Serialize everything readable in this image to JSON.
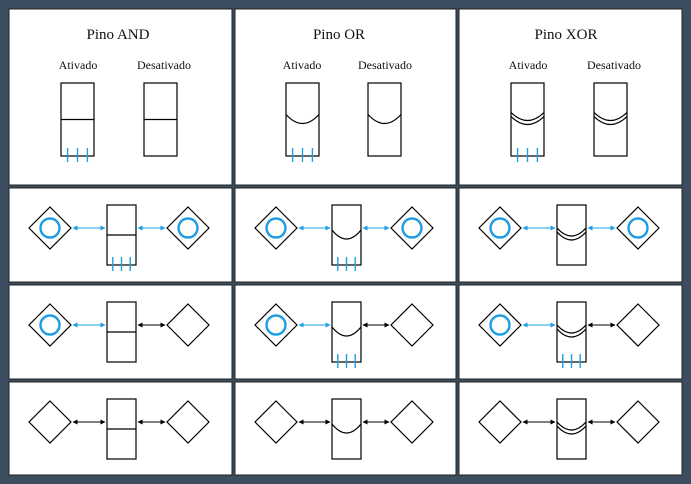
{
  "colors": {
    "frame": "#3b4d5f",
    "panel": "#ffffff",
    "line": "#000000",
    "active": "#1e9ee0"
  },
  "headers": [
    {
      "title": "Pino AND",
      "activated_label": "Ativado",
      "deactivated_label": "Desativado",
      "type": "and"
    },
    {
      "title": "Pino OR",
      "activated_label": "Ativado",
      "deactivated_label": "Desativado",
      "type": "or"
    },
    {
      "title": "Pino XOR",
      "activated_label": "Ativado",
      "deactivated_label": "Desativado",
      "type": "xor"
    }
  ],
  "examples": [
    [
      {
        "type": "and",
        "left_active": true,
        "right_active": true,
        "pin_active": true,
        "left_link_active": true,
        "right_link_active": true
      },
      {
        "type": "or",
        "left_active": true,
        "right_active": true,
        "pin_active": true,
        "left_link_active": true,
        "right_link_active": true
      },
      {
        "type": "xor",
        "left_active": true,
        "right_active": true,
        "pin_active": false,
        "left_link_active": true,
        "right_link_active": true
      }
    ],
    [
      {
        "type": "and",
        "left_active": true,
        "right_active": false,
        "pin_active": false,
        "left_link_active": true,
        "right_link_active": false
      },
      {
        "type": "or",
        "left_active": true,
        "right_active": false,
        "pin_active": true,
        "left_link_active": true,
        "right_link_active": false
      },
      {
        "type": "xor",
        "left_active": true,
        "right_active": false,
        "pin_active": true,
        "left_link_active": true,
        "right_link_active": false
      }
    ],
    [
      {
        "type": "and",
        "left_active": false,
        "right_active": false,
        "pin_active": false,
        "left_link_active": false,
        "right_link_active": false
      },
      {
        "type": "or",
        "left_active": false,
        "right_active": false,
        "pin_active": false,
        "left_link_active": false,
        "right_link_active": false
      },
      {
        "type": "xor",
        "left_active": false,
        "right_active": false,
        "pin_active": false,
        "left_link_active": false,
        "right_link_active": false
      }
    ]
  ]
}
